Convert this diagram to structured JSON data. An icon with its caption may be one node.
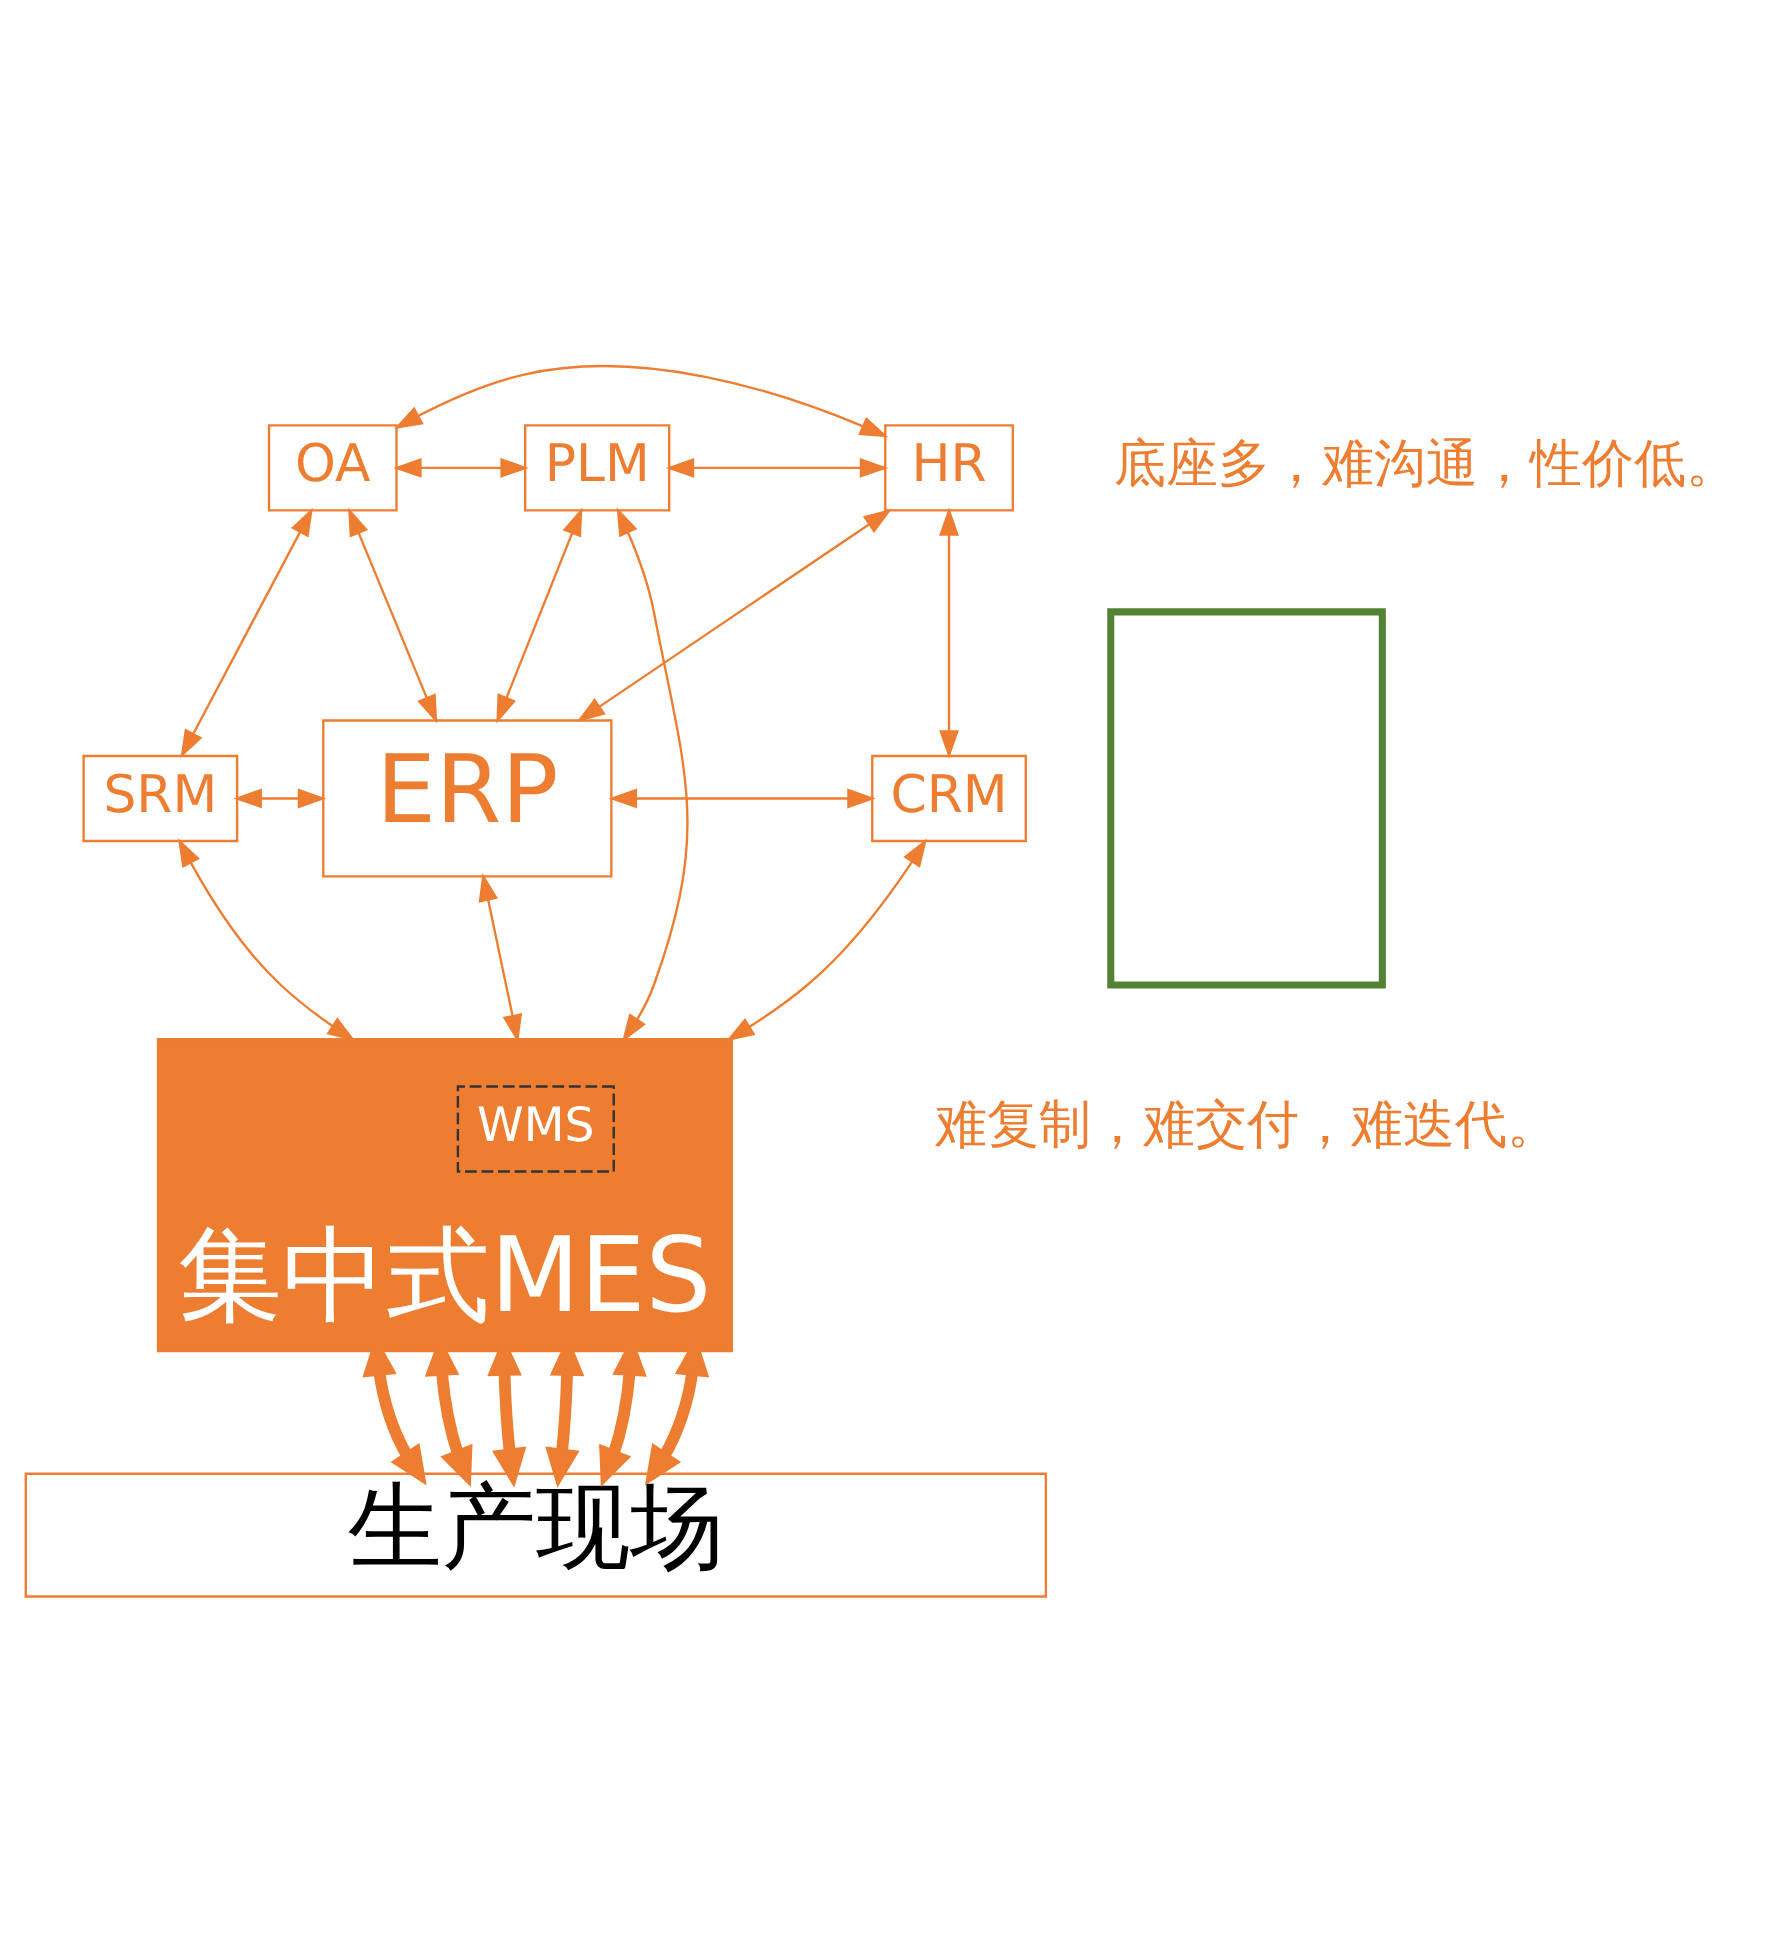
{
  "diagram": {
    "nodes": [
      {
        "text": [
          "OA"
        ]
      },
      {
        "text": [
          "PLM"
        ]
      },
      {
        "text": [
          "HR"
        ]
      },
      {
        "text": [
          "SRM"
        ]
      },
      {
        "text": [
          "ERP"
        ]
      },
      {
        "text": [
          "CRM"
        ]
      },
      {
        "text": [
          "集中式MES"
        ]
      },
      {
        "text": [
          "WMS"
        ],
        "in": 6
      },
      {
        "text": [
          "生产现场"
        ]
      },
      {
        "text": [],
        "shape": "box"
      }
    ],
    "edges": [
      {
        "from": 0,
        "to": 2,
        "arrow": "both"
      },
      {
        "from": 0,
        "to": 1,
        "arrow": "both"
      },
      {
        "from": 1,
        "to": 2,
        "arrow": "both"
      },
      {
        "from": 1,
        "to": 6,
        "arrow": "both"
      },
      {
        "from": 0,
        "to": 4,
        "arrow": "both"
      },
      {
        "from": 4,
        "to": 2,
        "arrow": "both"
      },
      {
        "from": 0,
        "to": 3,
        "arrow": "both"
      },
      {
        "from": 1,
        "to": 4,
        "arrow": "both"
      },
      {
        "from": 2,
        "to": 5,
        "arrow": "both"
      },
      {
        "from": 3,
        "to": 4,
        "arrow": "both"
      },
      {
        "from": 4,
        "to": 5,
        "arrow": "both"
      },
      {
        "from": 3,
        "to": 6,
        "arrow": "both"
      },
      {
        "from": 4,
        "to": 6,
        "arrow": "both"
      },
      {
        "from": 5,
        "to": 6,
        "arrow": "both"
      },
      {
        "from": 6,
        "to": 8,
        "arrow": "both",
        "style": "thick"
      },
      {
        "from": 6,
        "to": 8,
        "arrow": "both",
        "style": "thick"
      },
      {
        "from": 6,
        "to": 8,
        "arrow": "both",
        "style": "thick"
      },
      {
        "from": 6,
        "to": 8,
        "arrow": "both",
        "style": "thick"
      },
      {
        "from": 6,
        "to": 8,
        "arrow": "both",
        "style": "thick"
      },
      {
        "from": 6,
        "to": 8,
        "arrow": "both",
        "style": "thick"
      }
    ],
    "labels": [
      "底座多，难沟通，性价低。",
      "难复制，难交付，难迭代。"
    ]
  }
}
